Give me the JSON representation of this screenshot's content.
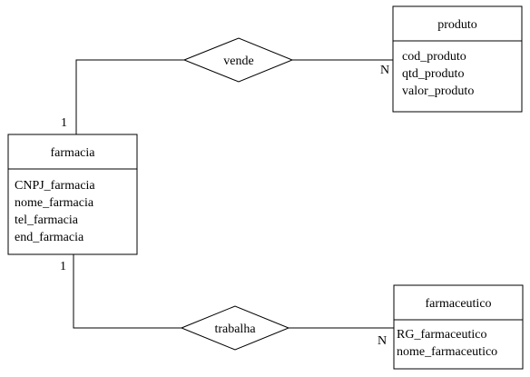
{
  "entities": {
    "produto": {
      "name": "produto",
      "attributes": [
        "cod_produto",
        "qtd_produto",
        "valor_produto"
      ]
    },
    "farmacia": {
      "name": "farmacia",
      "attributes": [
        "CNPJ_farmacia",
        "nome_farmacia",
        "tel_farmacia",
        "end_farmacia"
      ]
    },
    "farmaceutico": {
      "name": "farmaceutico",
      "attributes": [
        "RG_farmaceutico",
        "nome_farmaceutico"
      ]
    }
  },
  "relationships": {
    "vende": {
      "name": "vende",
      "card_farmacia": "1",
      "card_produto": "N"
    },
    "trabalha": {
      "name": "trabalha",
      "card_farmacia": "1",
      "card_farmaceutico": "N"
    }
  }
}
